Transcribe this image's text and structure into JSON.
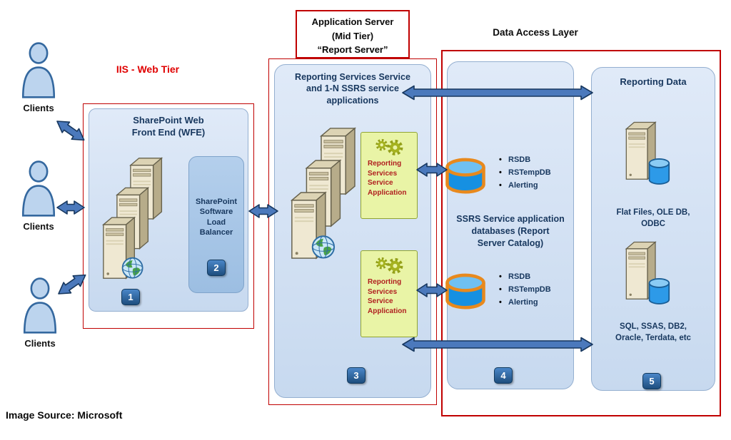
{
  "clients": {
    "labels": [
      "Clients",
      "Clients",
      "Clients"
    ]
  },
  "web_tier": {
    "tier_label": "IIS - Web Tier",
    "wfe_title_lines": [
      "SharePoint Web",
      "Front End (WFE)"
    ],
    "load_balancer_label": "SharePoint Software Load Balancer",
    "load_balancer_badge": "2",
    "wfe_badge": "1"
  },
  "app_server": {
    "header_lines": [
      "Application Server",
      "(Mid Tier)",
      "“Report Server”"
    ],
    "box_title_lines": [
      "Reporting Services Service",
      "and 1-N SSRS service",
      "applications"
    ],
    "service_app_label": "Reporting Services Service Application",
    "badge": "3"
  },
  "data_access": {
    "header": "Data Access Layer",
    "catalog": {
      "db1_bullets": [
        "RSDB",
        "RSTempDB",
        "Alerting"
      ],
      "db2_bullets": [
        "RSDB",
        "RSTempDB",
        "Alerting"
      ],
      "caption_lines": [
        "SSRS Service application",
        "databases (Report",
        "Server Catalog)"
      ],
      "badge": "4"
    },
    "reporting_data": {
      "title": "Reporting Data",
      "source_top_lines": [
        "Flat Files, OLE DB,",
        "ODBC"
      ],
      "source_bottom_lines": [
        "SQL, SSAS, DB2,",
        "Oracle, Terdata, etc"
      ],
      "badge": "5"
    }
  },
  "footer": "Image Source: Microsoft",
  "colors": {
    "red_border": "#C00000",
    "tier_label_red": "#E00000",
    "panel_blue": "#D8E5F5",
    "arrow_blue": "#4B79BC",
    "badge_blue": "#1F4E79",
    "db_orange": "#E8891D",
    "service_app_yellow": "#E9F4A6"
  },
  "icons": {
    "person": "client-person-icon",
    "server": "server-tower-icon",
    "globe": "globe-icon",
    "database": "database-cylinder-icon",
    "gears": "gears-icon"
  }
}
